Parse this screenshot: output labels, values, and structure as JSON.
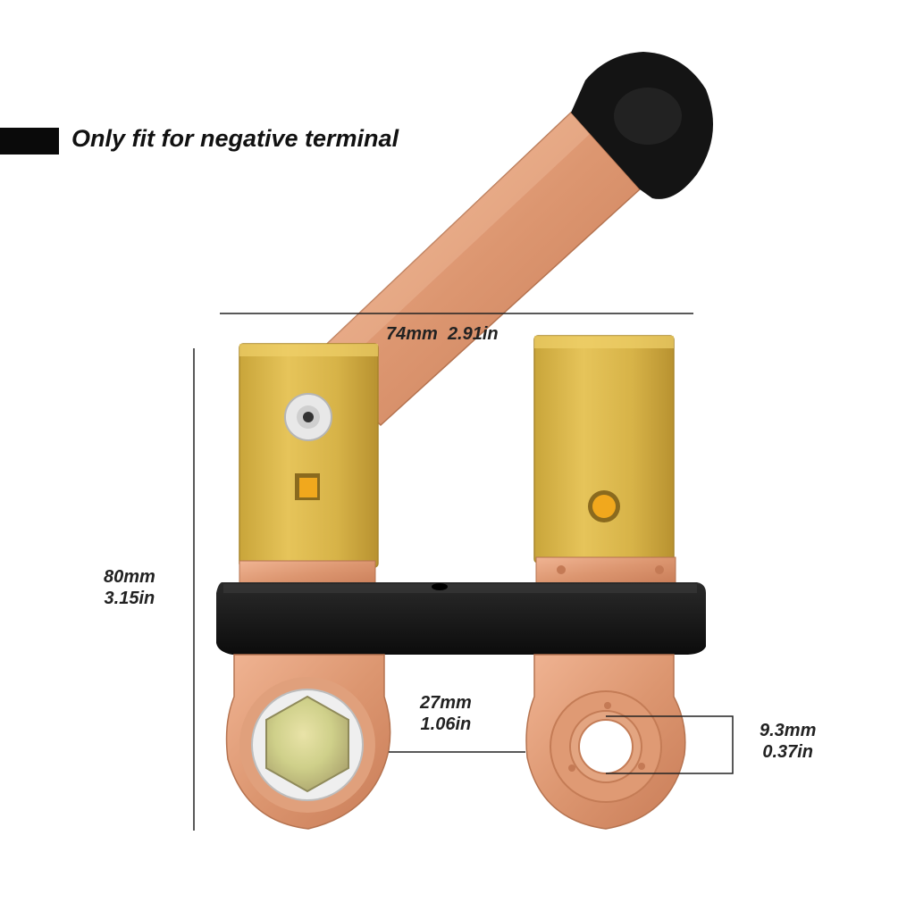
{
  "banner": {
    "text": "Only fit for negative terminal"
  },
  "dimensions": {
    "width": {
      "mm": "74mm",
      "in": "2.91in"
    },
    "height": {
      "mm": "80mm",
      "in": "3.15in"
    },
    "terminal_spacing": {
      "mm": "27mm",
      "in": "1.06in"
    },
    "hole_diameter": {
      "mm": "9.3mm",
      "in": "0.37in"
    }
  },
  "colors": {
    "copper": "#d9906c",
    "brass": "#d9b545",
    "plastic": "#151515",
    "dimension_line": "#222222"
  }
}
